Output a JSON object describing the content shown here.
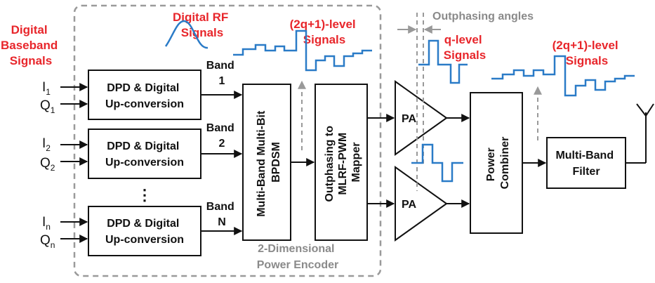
{
  "colors": {
    "accent_red": "#e8262b",
    "wave_blue": "#2a7bc7",
    "dash_gray": "#8a8a8a"
  },
  "labels": {
    "digital_baseband": [
      "Digital",
      "Baseband",
      "Signals"
    ],
    "digital_rf": [
      "Digital RF",
      "Signals"
    ],
    "level_2q1_left": [
      "(2q+1)-level",
      "Signals"
    ],
    "outphasing_angles": "Outphasing angles",
    "q_level": [
      "q-level",
      "Signals"
    ],
    "level_2q1_right": [
      "(2q+1)-level",
      "Signals"
    ],
    "power_encoder": [
      "2-Dimensional",
      "Power Encoder"
    ]
  },
  "inputs": [
    {
      "i": "I",
      "i_sub": "1",
      "q": "Q",
      "q_sub": "1"
    },
    {
      "i": "I",
      "i_sub": "2",
      "q": "Q",
      "q_sub": "2"
    },
    {
      "i": "I",
      "i_sub": "n",
      "q": "Q",
      "q_sub": "n"
    }
  ],
  "dpd_blocks": [
    [
      "DPD & Digital",
      "Up-conversion"
    ],
    [
      "DPD & Digital",
      "Up-conversion"
    ],
    [
      "DPD & Digital",
      "Up-conversion"
    ]
  ],
  "ellipsis": "⋮",
  "bands": [
    [
      "Band",
      "1"
    ],
    [
      "Band",
      "2"
    ],
    [
      "Band",
      "N"
    ]
  ],
  "bpdsm": [
    "Multi-Band Multi-Bit",
    "BPDSM"
  ],
  "mapper": [
    "Outphasing to",
    "MLRF-PWM",
    "Mapper"
  ],
  "pa": [
    "PA",
    "PA"
  ],
  "combiner": [
    "Power",
    "Combiner"
  ],
  "filter": [
    "Multi-Band",
    "Filter"
  ],
  "icons": [
    "antenna-icon",
    "amplifier-triangle-icon",
    "arrow-icon"
  ]
}
